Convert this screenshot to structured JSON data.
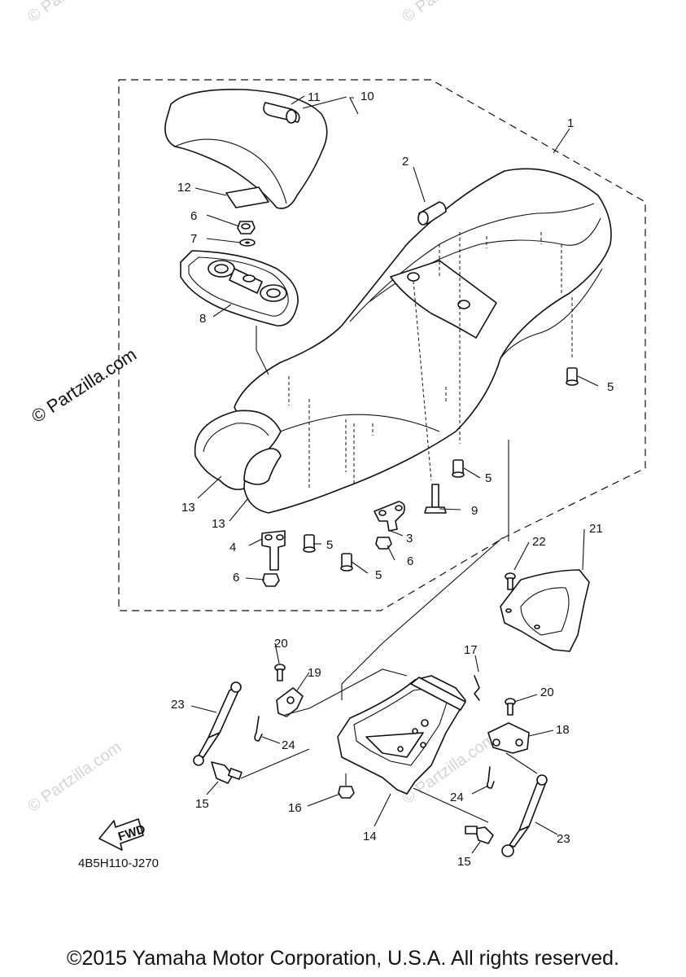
{
  "diagram": {
    "watermark_text": "© Partzilla.com",
    "code": "4B5H110-J270",
    "fwd_label": "FWD",
    "copyright": "©2015 Yamaha Motor Corporation, U.S.A. All rights reserved.",
    "callouts": {
      "c1": "1",
      "c2": "2",
      "c3": "3",
      "c4": "4",
      "c5a": "5",
      "c5b": "5",
      "c5c": "5",
      "c5d": "5",
      "c6a": "6",
      "c6b": "6",
      "c6c": "6",
      "c7": "7",
      "c8": "8",
      "c9": "9",
      "c10": "10",
      "c11": "11",
      "c12": "12",
      "c13a": "13",
      "c13b": "13",
      "c14": "14",
      "c15a": "15",
      "c15b": "15",
      "c16": "16",
      "c17": "17",
      "c18": "18",
      "c19": "19",
      "c20a": "20",
      "c20b": "20",
      "c21": "21",
      "c22": "22",
      "c23a": "23",
      "c23b": "23",
      "c24a": "24",
      "c24b": "24"
    }
  }
}
